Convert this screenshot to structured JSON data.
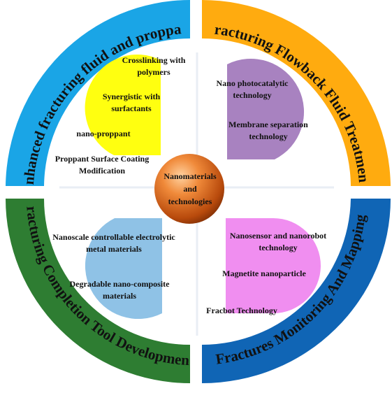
{
  "center": {
    "lines": [
      "Nanomaterials",
      "and",
      "technologies"
    ]
  },
  "quadrants": {
    "top_left": {
      "title": "Enhanced fracturing fluid and proppant",
      "color": "#1aa5e6",
      "drop_color": "#ffff10",
      "items": [
        [
          "Crosslinking with",
          "polymers"
        ],
        [
          "Synergistic with",
          "surfactants"
        ],
        [
          "nano-proppant"
        ],
        [
          "Proppant  Surface Coating",
          "Modification"
        ]
      ]
    },
    "top_right": {
      "title": "Fracturing Flowback Fluid Treatment",
      "color": "#ffab0f",
      "drop_color": "#a882c0",
      "items": [
        [
          "Nano photocatalytic",
          "technology"
        ],
        [
          "Membrane  separation",
          "technology"
        ]
      ]
    },
    "bottom_left": {
      "title": "Fracturing Completion Tool Development",
      "color": "#2e7d32",
      "drop_color": "#8fc2e6",
      "items": [
        [
          "Nanoscale controllable  electrolytic",
          "metal materials"
        ],
        [
          "Degradable nano-composite",
          "materials"
        ]
      ]
    },
    "bottom_right": {
      "title": "Fractures Monitoring And Mapping",
      "color": "#1065b5",
      "drop_color": "#f08ef0",
      "items": [
        [
          "Nanosensor and nanorobot",
          "technology"
        ],
        [
          "Magnetite nanoparticle"
        ],
        [
          "Fracbot  Technology"
        ]
      ]
    }
  }
}
